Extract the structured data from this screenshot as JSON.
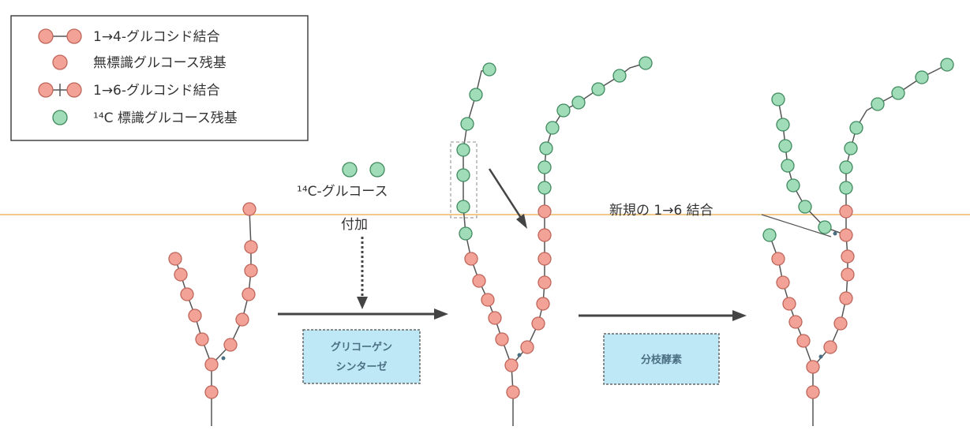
{
  "colors": {
    "unlabeled": "#f2a296",
    "unlabeled_stroke": "#c0655a",
    "labeled": "#9fdcb7",
    "labeled_stroke": "#3f8a5e",
    "enzyme_fill": "#bfe8f6",
    "enzyme_stroke": "#666666",
    "reference_line": "#f3c98b",
    "arrow": "#444444"
  },
  "legend": {
    "items": [
      {
        "type": "bond14",
        "label": "1→4-グルコシド結合"
      },
      {
        "type": "unlabeled",
        "label": "無標識グルコース残基"
      },
      {
        "type": "bond16",
        "label": "1→6-グルコシド結合"
      },
      {
        "type": "labeled",
        "label": "¹⁴C 標識グルコース残基"
      }
    ]
  },
  "annotations": {
    "addition_label_line1": "¹⁴C-グルコース",
    "addition_label_line2": "付加",
    "new_bond_label": "新規の 1→6 結合"
  },
  "enzymes": {
    "synthase_line1": "グリコーゲン",
    "synthase_line2": "シンターゼ",
    "branching": "分枝酵素"
  }
}
